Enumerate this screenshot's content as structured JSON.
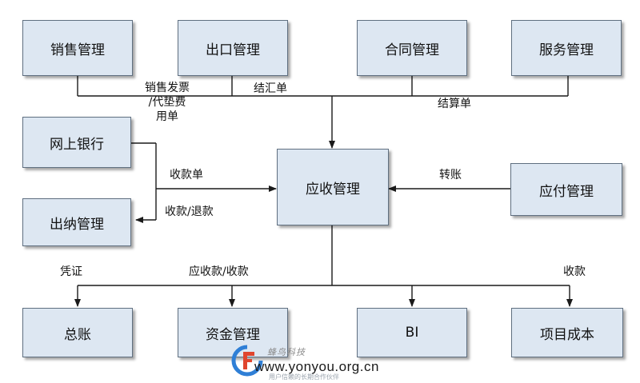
{
  "nodes": {
    "sales": "销售管理",
    "export": "出口管理",
    "contract": "合同管理",
    "service": "服务管理",
    "online_bank": "网上银行",
    "receivable": "应收管理",
    "payable": "应付管理",
    "cashier": "出纳管理",
    "ledger": "总账",
    "funds": "资金管理",
    "bi": "BI",
    "project_cost": "项目成本"
  },
  "edge_labels": {
    "sales_invoice_l1": "销售发票",
    "sales_invoice_l2": "/代垫费",
    "sales_invoice_l3": "用单",
    "settlement_exchange": "结汇单",
    "settlement": "结算单",
    "receipt": "收款单",
    "receipt_refund": "收款/退款",
    "transfer": "转账",
    "voucher": "凭证",
    "receivable_receipt": "应收款/收款",
    "collection": "收款"
  },
  "watermark": {
    "brand_cn": "蜂鸟科技",
    "url": "www.yonyou.org.cn",
    "tagline": "用户信赖的长期合作伙伴"
  },
  "colors": {
    "box_fill": "#dde7f2",
    "box_border": "#5f6f80",
    "line": "#1a1a1a",
    "logo_blue": "#2f7fd6",
    "logo_red": "#e0452e"
  }
}
